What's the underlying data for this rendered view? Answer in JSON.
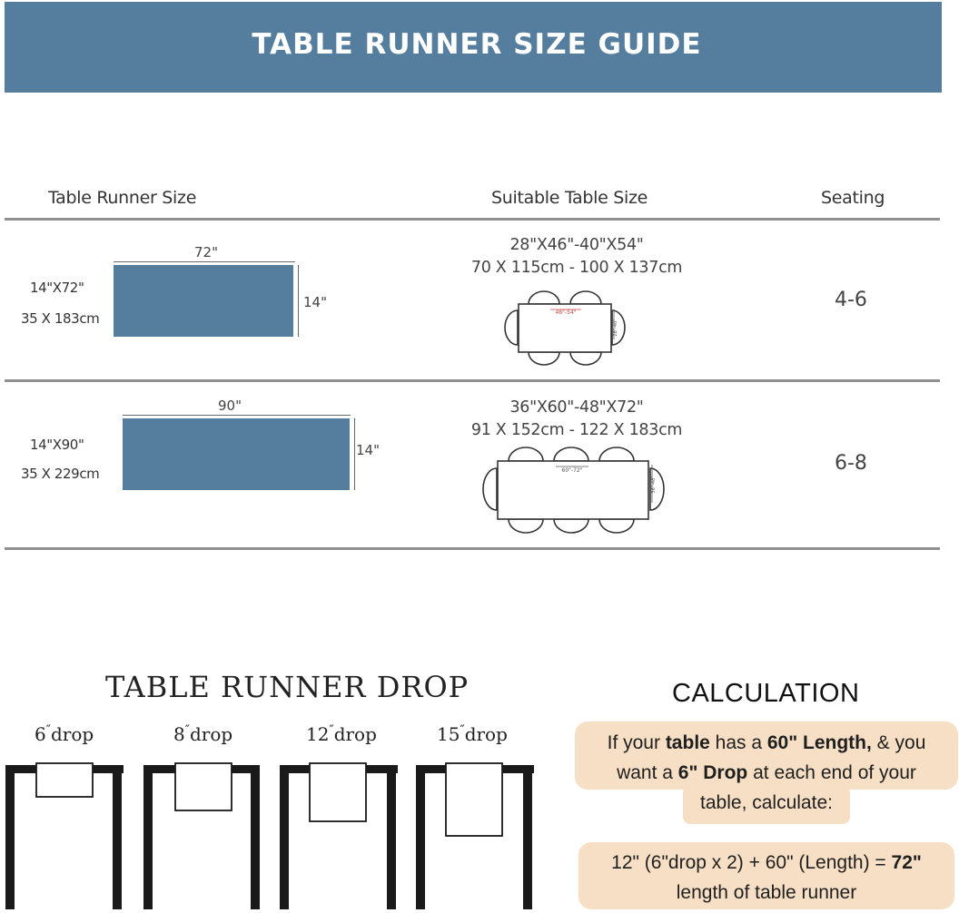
{
  "header": {
    "title": "TABLE RUNNER SIZE GUIDE",
    "color": "#557e9e"
  },
  "columns": {
    "runner_size": "Table Runner Size",
    "table_size": "Suitable Table Size",
    "seating": "Seating"
  },
  "rows": [
    {
      "length_label": "72\"",
      "width_label": "14\"",
      "size_in": "14\"X72\"",
      "size_cm": "35 X 183cm",
      "table_in": "28\"X46\"-40\"X54\"",
      "table_cm": "70 X 115cm - 100 X 137cm",
      "table_dim_length": "46\"-54\"",
      "table_dim_width": "28\"-40\"",
      "seating": "4-6"
    },
    {
      "length_label": "90\"",
      "width_label": "14\"",
      "size_in": "14\"X90\"",
      "size_cm": "35 X 229cm",
      "table_in": "36\"X60\"-48\"X72\"",
      "table_cm": "91 X 152cm - 122 X 183cm",
      "table_dim_length": "60\"-72\"",
      "table_dim_width": "36\"-48\"",
      "seating": "6-8"
    }
  ],
  "drop": {
    "title": "TABLE RUNNER DROP",
    "items": [
      {
        "num": "6",
        "word": "drop"
      },
      {
        "num": "8",
        "word": "drop"
      },
      {
        "num": "12",
        "word": "drop"
      },
      {
        "num": "15",
        "word": "drop"
      }
    ]
  },
  "calculation": {
    "title": "CALCULATION",
    "line1_a": "If your ",
    "line1_b": "table",
    "line1_c": " has a ",
    "line1_d": "60\" Length,",
    "line1_e": " & you",
    "line2_a": "want a ",
    "line2_b": "6\" Drop",
    "line2_c": " at each end of your",
    "line3": "table, calculate:",
    "line4_a": "12\" (6\"drop x 2) + 60\" (Length) = ",
    "line4_b": "72\"",
    "line5": "length of table runner",
    "highlight_color": "#f6dfc4"
  }
}
